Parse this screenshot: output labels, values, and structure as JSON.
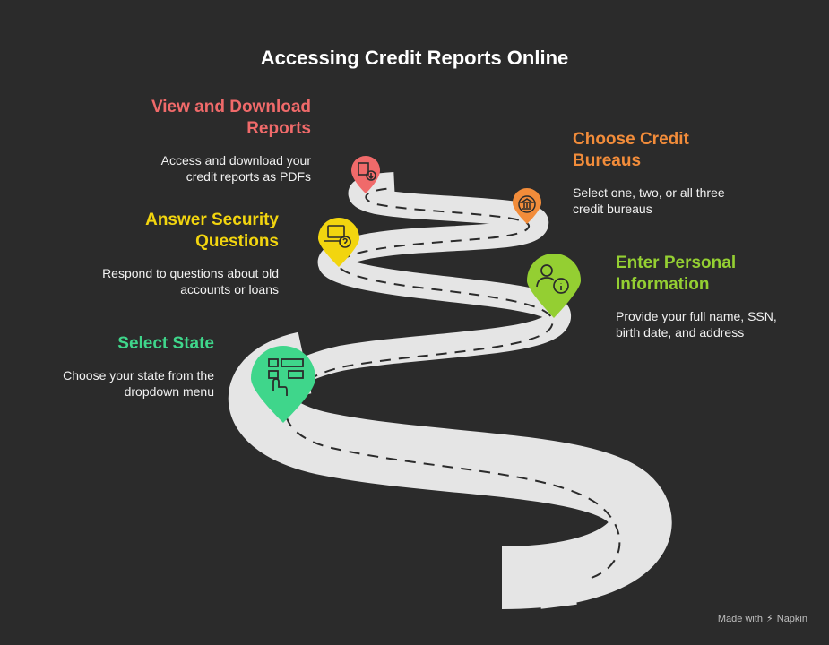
{
  "title": "Accessing Credit Reports Online",
  "steps": [
    {
      "heading": "View and Download Reports",
      "description": "Access and download your credit reports as PDFs",
      "color": "#f06a6a",
      "icon": "download-report-icon"
    },
    {
      "heading": "Choose Credit Bureaus",
      "description": "Select one, two, or all three credit bureaus",
      "color": "#f28c3a",
      "icon": "bank-building-icon"
    },
    {
      "heading": "Answer Security Questions",
      "description": "Respond to questions about old accounts or loans",
      "color": "#f2d50f",
      "icon": "laptop-question-icon"
    },
    {
      "heading": "Enter Personal Information",
      "description": "Provide your full name, SSN, birth date, and address",
      "color": "#94cf32",
      "icon": "person-info-icon"
    },
    {
      "heading": "Select State",
      "description": "Choose your state from the dropdown menu",
      "color": "#3fd68b",
      "icon": "dropdown-select-icon"
    }
  ],
  "footer": {
    "label": "Made with",
    "brand": "Napkin"
  }
}
